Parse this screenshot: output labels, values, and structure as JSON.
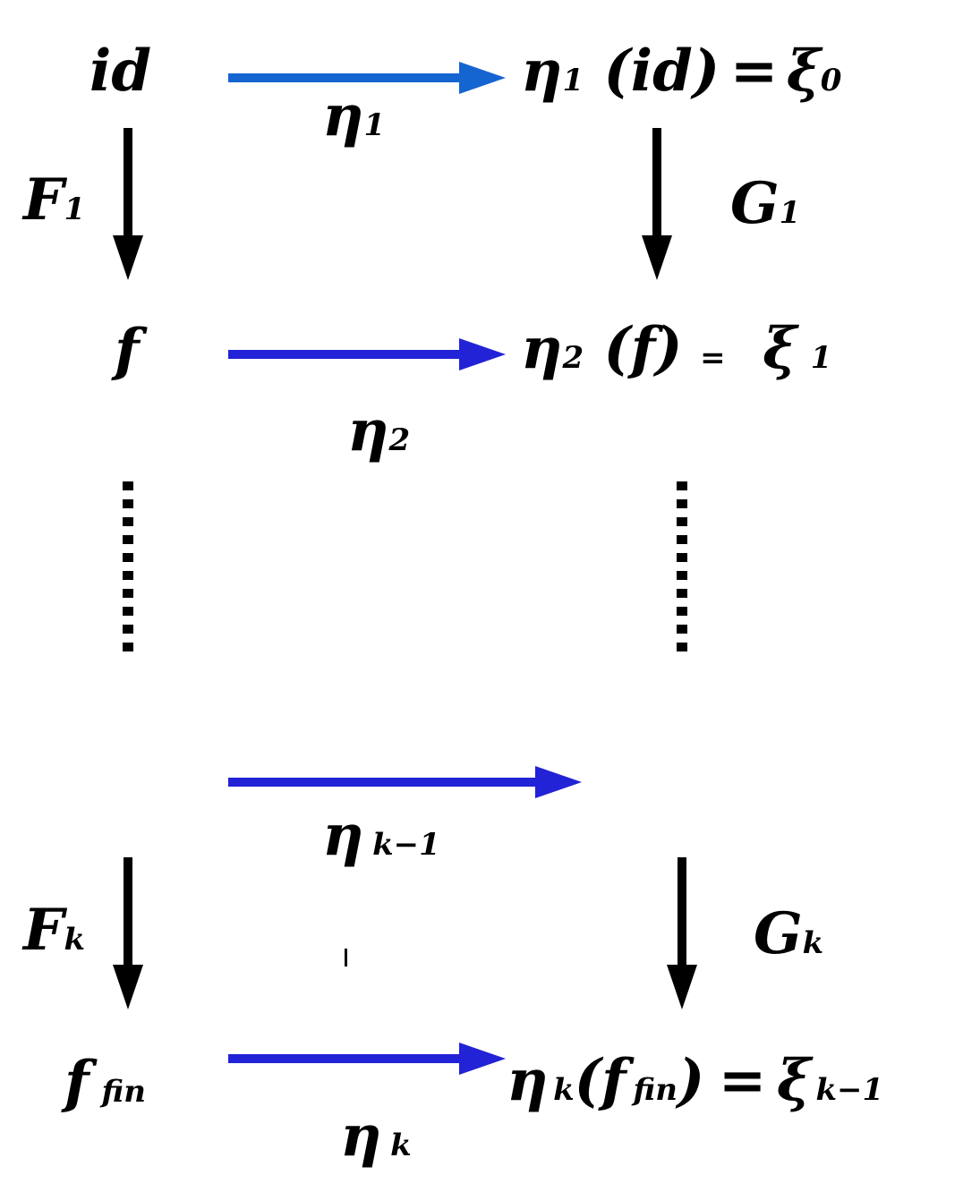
{
  "diagram": {
    "nodes": {
      "left": {
        "id": "id",
        "f": "f",
        "f_fin": {
          "base": "f",
          "sub": "fin"
        }
      },
      "right": {
        "eta1_id": {
          "eta": "η",
          "sub": "1",
          "arg": " (id)",
          "eq": "=",
          "xi": "ξ",
          "xisub": "0"
        },
        "eta2_f": {
          "eta": "η",
          "sub": "2",
          "arg": " (f)",
          "eq": "=",
          "xi": "ξ",
          "xisub": "1"
        },
        "etak_ffin": {
          "eta": "η",
          "sub": "k",
          "arg_open": "(f",
          "arg_sub": "fin",
          "arg_close": ")",
          "eq": "=",
          "xi": "ξ",
          "xisub": "k−1"
        }
      }
    },
    "horizontal_arrows": [
      {
        "name": "η",
        "sub": "1",
        "color": "#1565d0"
      },
      {
        "name": "η",
        "sub": "2",
        "color": "#2222d6"
      },
      {
        "name": "η",
        "sub": "k−1",
        "color": "#2222d6"
      },
      {
        "name": "η",
        "sub": "k",
        "color": "#2222d6"
      }
    ],
    "vertical_arrows": [
      {
        "name": "F",
        "sub": "1"
      },
      {
        "name": "G",
        "sub": "1"
      },
      {
        "name": "F",
        "sub": "k"
      },
      {
        "name": "G",
        "sub": "k"
      }
    ],
    "colors": {
      "arrow_blue_top": "#1565d0",
      "arrow_blue": "#2222d6",
      "arrow_black": "#000000"
    }
  }
}
